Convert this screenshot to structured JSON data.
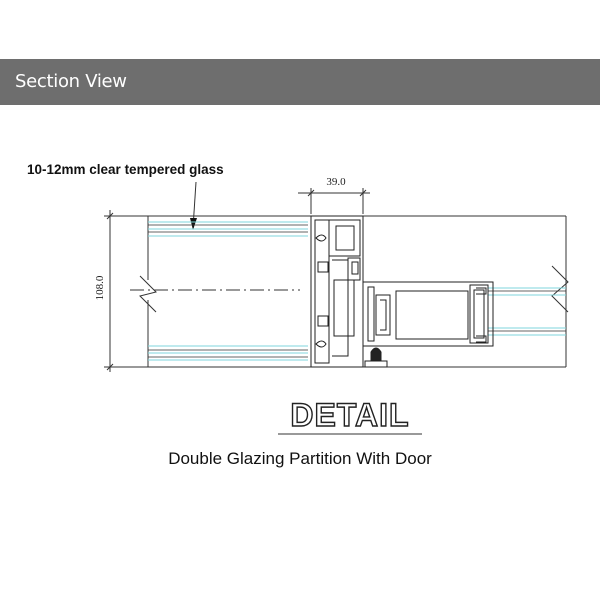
{
  "header": {
    "title": "Section View",
    "background": "#6e6e6e"
  },
  "drawing": {
    "callout_label": "10-12mm clear tempered glass",
    "dimension_width": "39.0",
    "dimension_height": "108.0",
    "glass_color": "#7fd6dc"
  },
  "detail": {
    "heading": "DETAIL",
    "subtitle": "Double Glazing Partition With Door"
  }
}
